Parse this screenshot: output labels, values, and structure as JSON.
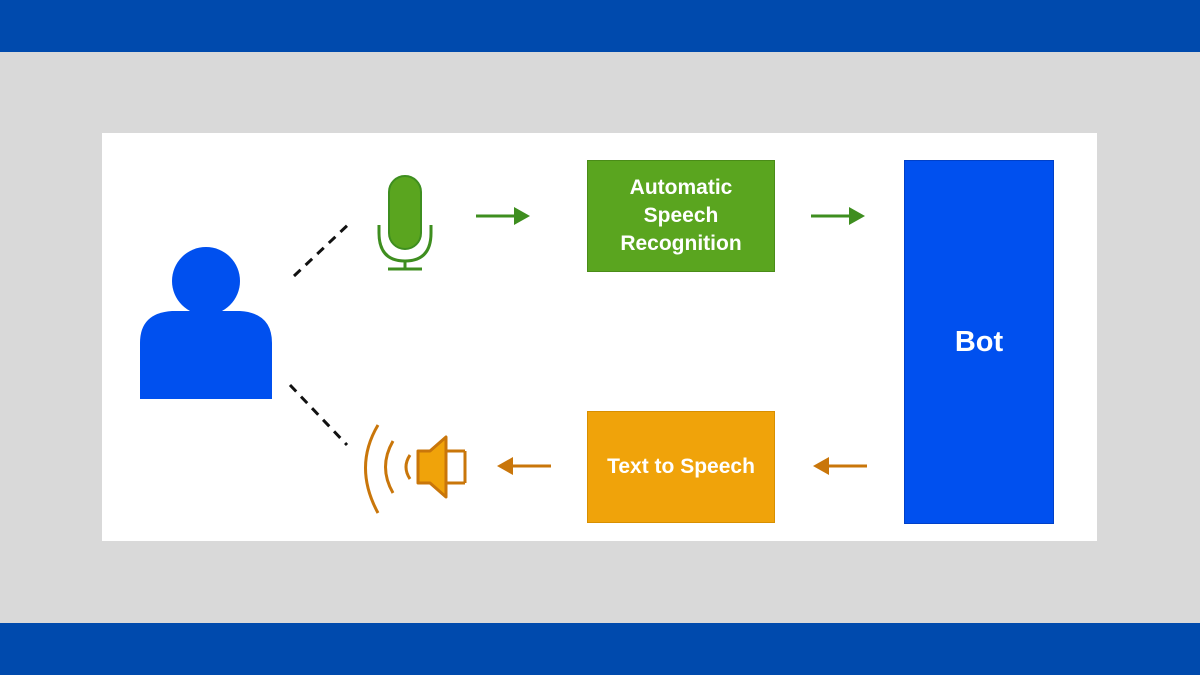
{
  "diagram": {
    "asr_label": "Automatic Speech Recognition",
    "tts_label": "Text to Speech",
    "bot_label": "Bot",
    "icons": {
      "user": "user-icon",
      "microphone": "microphone-icon",
      "speaker": "speaker-icon"
    },
    "colors": {
      "band": "#004aad",
      "background": "#d9d9d9",
      "asr": "#5aa51f",
      "tts": "#f0a30a",
      "bot": "#0050ef",
      "user": "#0050ef",
      "input_arrow": "#3e8e1f",
      "output_arrow": "#c9760a"
    }
  }
}
